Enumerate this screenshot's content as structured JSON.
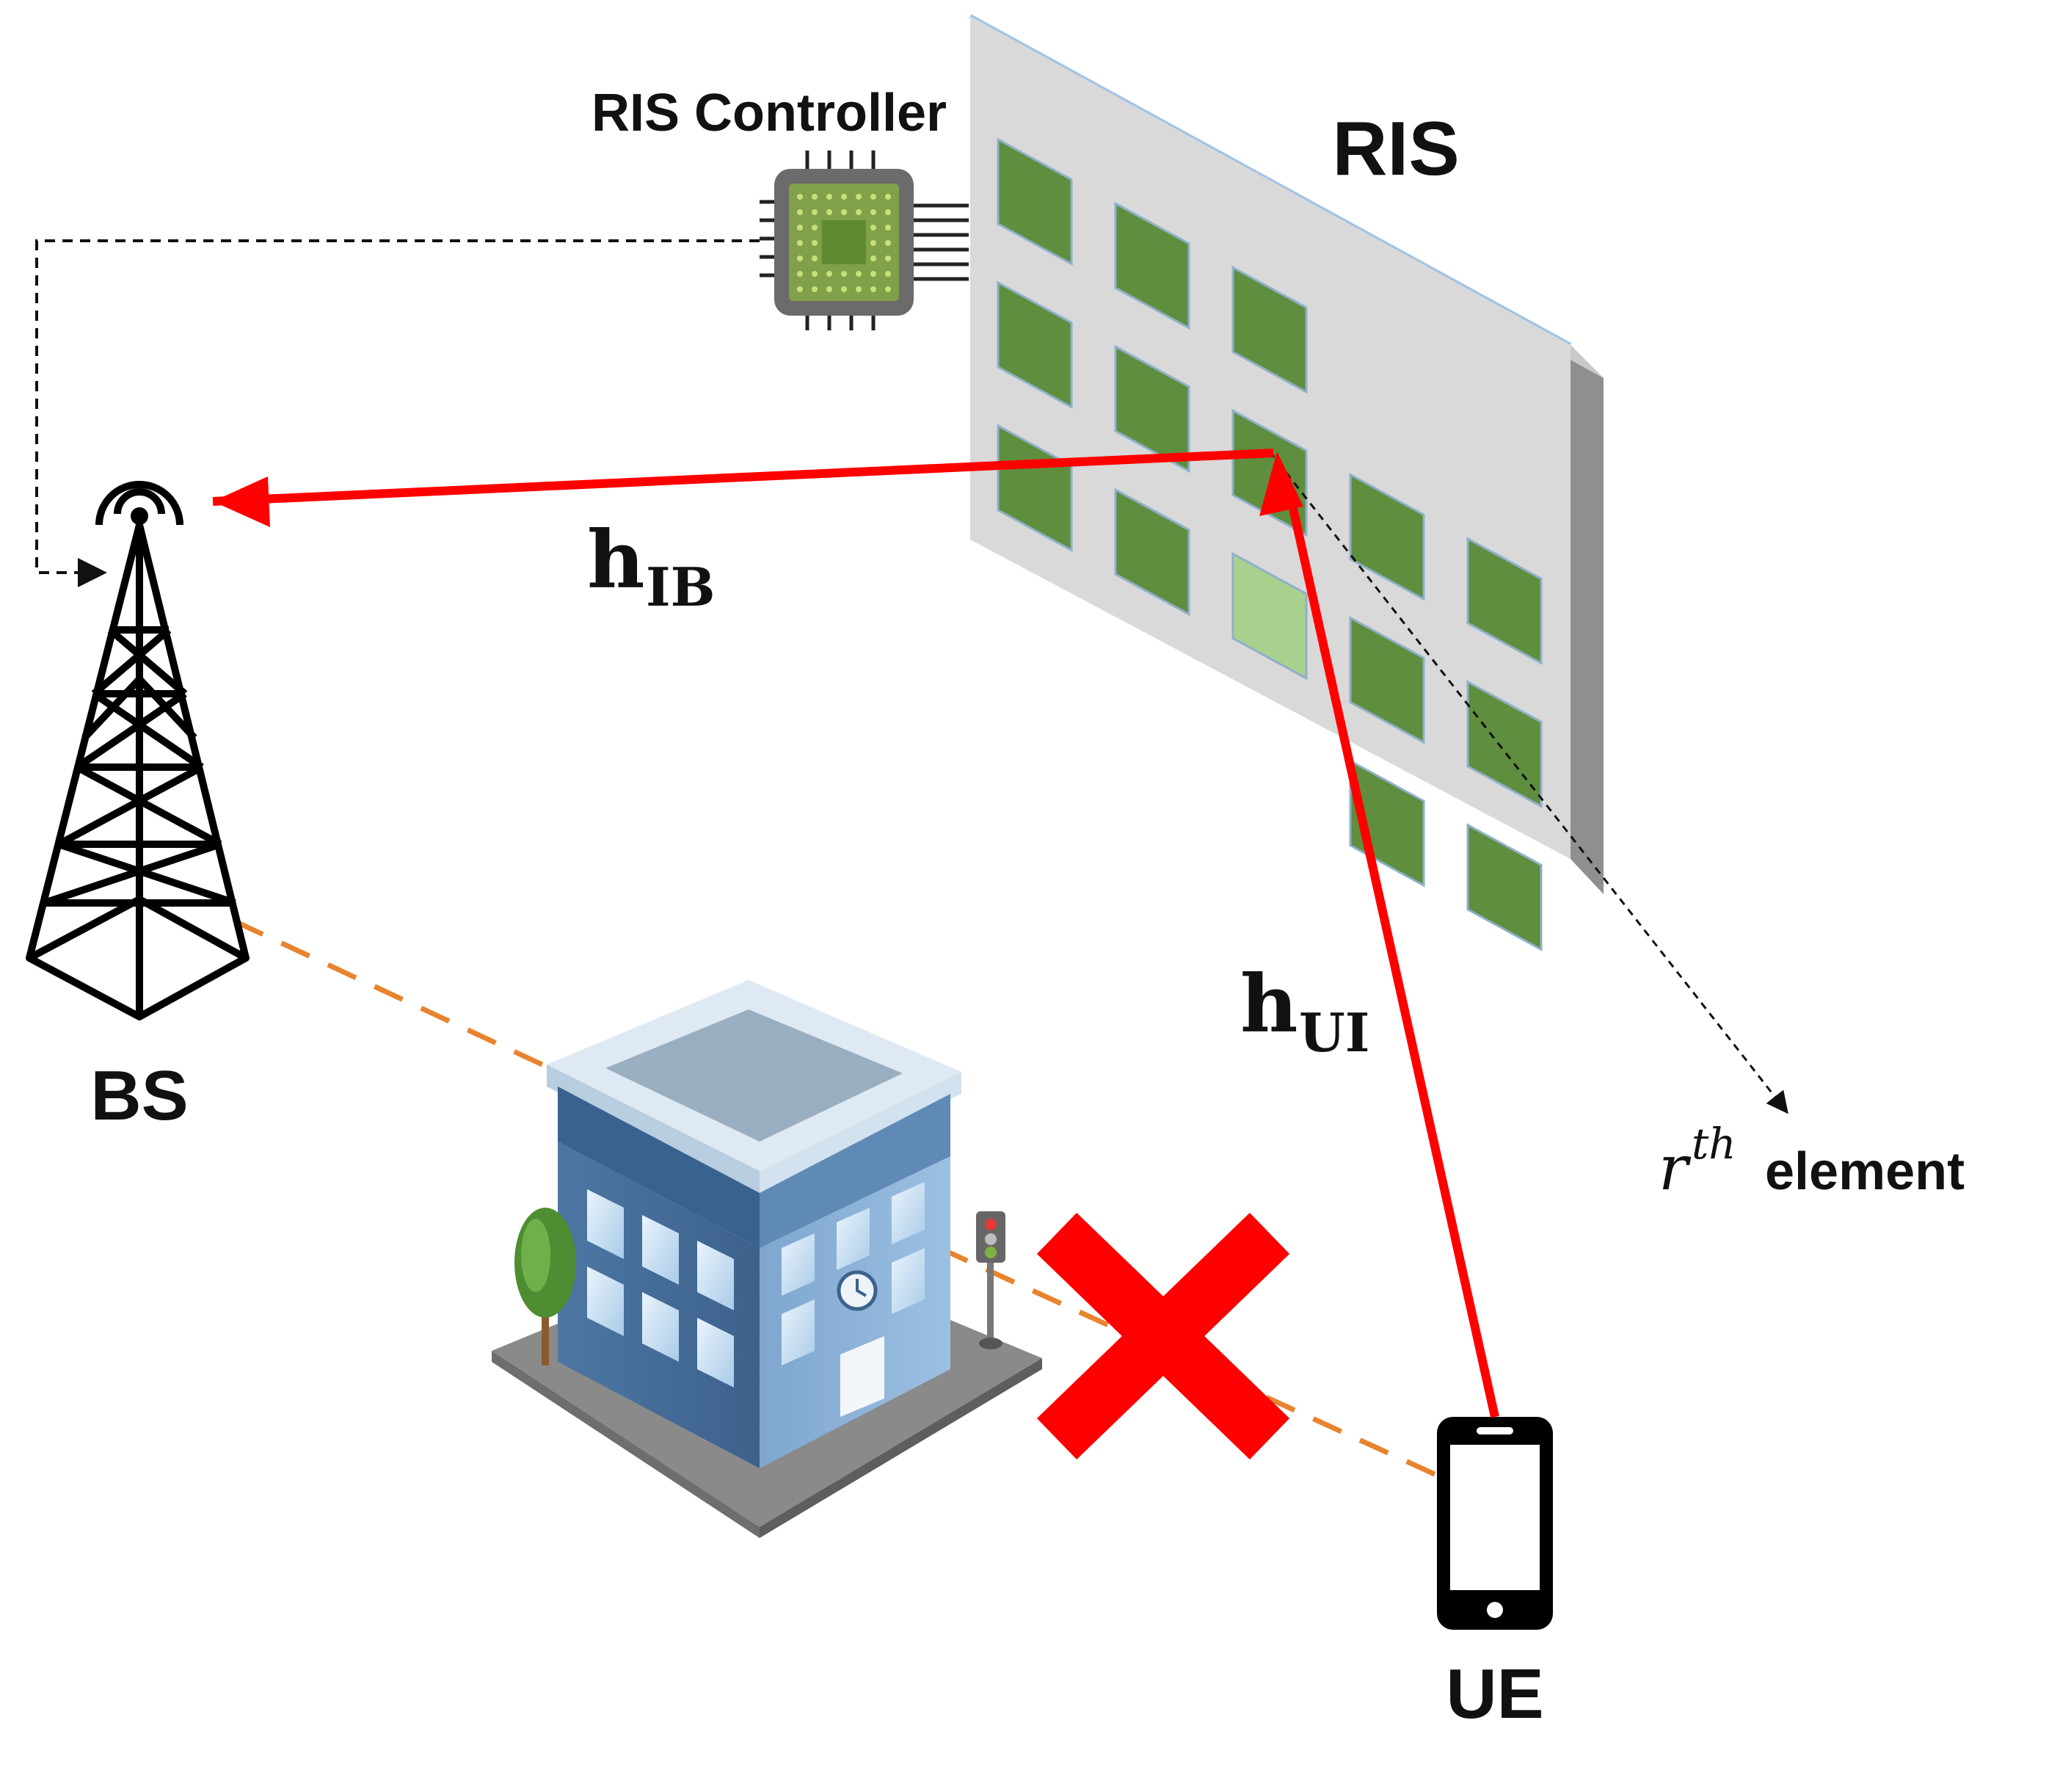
{
  "labels": {
    "ris": "RIS",
    "ris_controller": "RIS Controller",
    "bs": "BS",
    "ue": "UE",
    "element_var": "r",
    "element_sup": "th",
    "element_word": "element"
  },
  "channels": {
    "ib_main": "h",
    "ib_sub": "IB",
    "ui_main": "h",
    "ui_sub": "UI"
  },
  "colors": {
    "signal": "#ff0000",
    "blocked_path": "#e8832e",
    "ris_panel": "#d9d9d9",
    "ris_element": "#5e8e3e",
    "ris_element_selected": "#a9d18e",
    "building": "#5e8ab8"
  },
  "icons": {
    "bs": "cell-tower-icon",
    "ue": "smartphone-icon",
    "controller": "microchip-icon",
    "obstacle": "building-icon",
    "blocked": "red-cross-icon"
  }
}
